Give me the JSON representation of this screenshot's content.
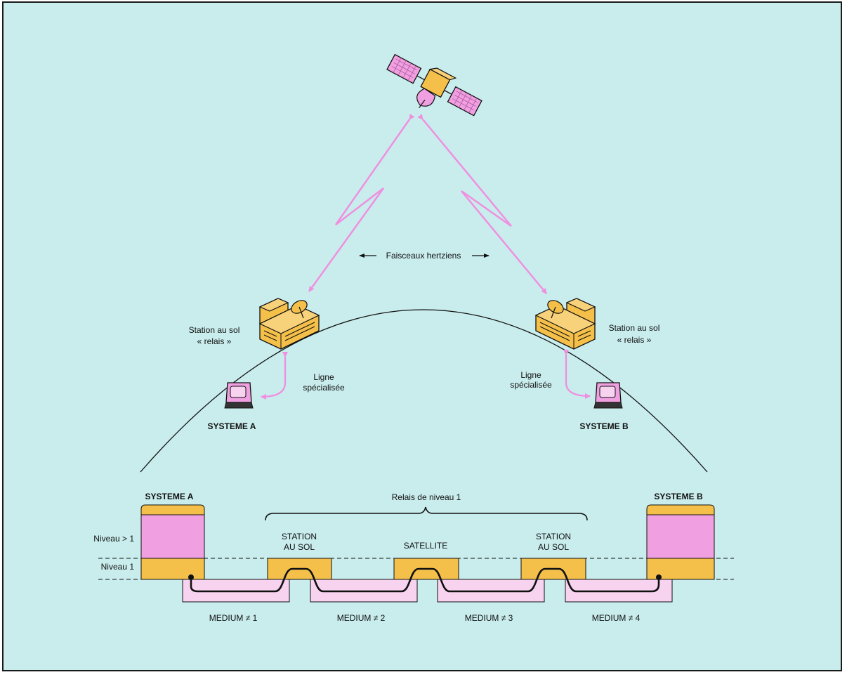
{
  "colors": {
    "background": "#c9ecec",
    "pink": "#f0a0e0",
    "pink_light": "#f7d3ef",
    "orange": "#f5c04a",
    "arrow": "#f08ee0",
    "outline": "#111111"
  },
  "top": {
    "beams_label": "Faisceaux hertziens",
    "station_left": {
      "line1": "Station au sol",
      "line2": "« relais »"
    },
    "station_right": {
      "line1": "Station au sol",
      "line2": "« relais »"
    },
    "line_left": {
      "line1": "Ligne",
      "line2": "spécialisée"
    },
    "line_right": {
      "line1": "Ligne",
      "line2": "spécialisée"
    },
    "system_a": "SYSTEME A",
    "system_b": "SYSTEME B"
  },
  "bottom": {
    "system_a": "SYSTEME A",
    "system_b": "SYSTEME B",
    "relay_label": "Relais de niveau 1",
    "level_above": "Niveau > 1",
    "level_1": "Niveau 1",
    "nodes": [
      {
        "line1": "STATION",
        "line2": "AU SOL"
      },
      {
        "line1": "",
        "line2": "SATELLITE"
      },
      {
        "line1": "STATION",
        "line2": "AU SOL"
      }
    ],
    "media": [
      "MEDIUM ≠ 1",
      "MEDIUM ≠ 2",
      "MEDIUM ≠ 3",
      "MEDIUM ≠ 4"
    ]
  }
}
